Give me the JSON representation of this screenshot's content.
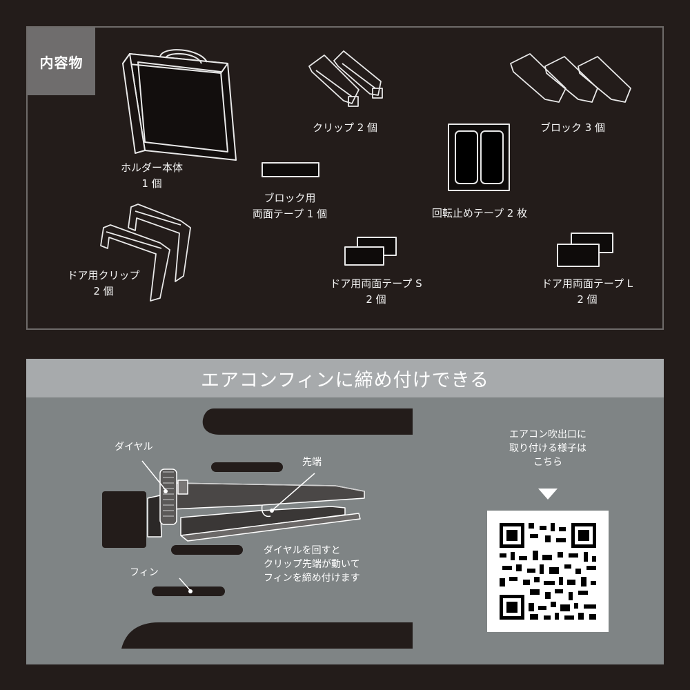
{
  "contents": {
    "tag": "内容物",
    "items": [
      {
        "line1": "ホルダー本体",
        "line2": "1 個"
      },
      {
        "line1": "クリップ 2 個"
      },
      {
        "line1": "ブロック 3 個"
      },
      {
        "line1": "ブロック用",
        "line2": "両面テープ 1 個"
      },
      {
        "line1": "回転止めテープ 2 枚"
      },
      {
        "line1": "ドア用クリップ",
        "line2": "2 個"
      },
      {
        "line1": "ドア用両面テープ S",
        "line2": "2 個"
      },
      {
        "line1": "ドア用両面テープ L",
        "line2": "2 個"
      }
    ]
  },
  "fin_section": {
    "title": "エアコンフィンに締め付けできる",
    "labels": {
      "dial": "ダイヤル",
      "tip": "先端",
      "fin": "フィン"
    },
    "description": [
      "ダイヤルを回すと",
      "クリップ先端が動いて",
      "フィンを締め付けます"
    ],
    "qr_caption": [
      "エアコン吹出口に",
      "取り付ける様子は",
      "こちら"
    ]
  }
}
